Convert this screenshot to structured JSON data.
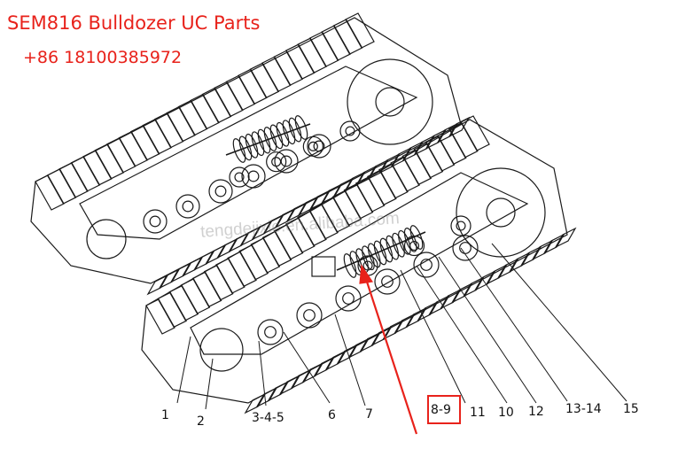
{
  "header": {
    "title": "SEM816 Bulldozer UC Parts",
    "phone": "+86 18100385972"
  },
  "watermark": "tengdejixie.en.alibaba.com",
  "callouts": [
    "1",
    "2",
    "3-4-5",
    "6",
    "7",
    "8-9",
    "11",
    "10",
    "12",
    "13-14",
    "15"
  ],
  "highlighted_callout": "8-9",
  "colors": {
    "accent": "#e8221b",
    "line": "#1a1a1a"
  }
}
